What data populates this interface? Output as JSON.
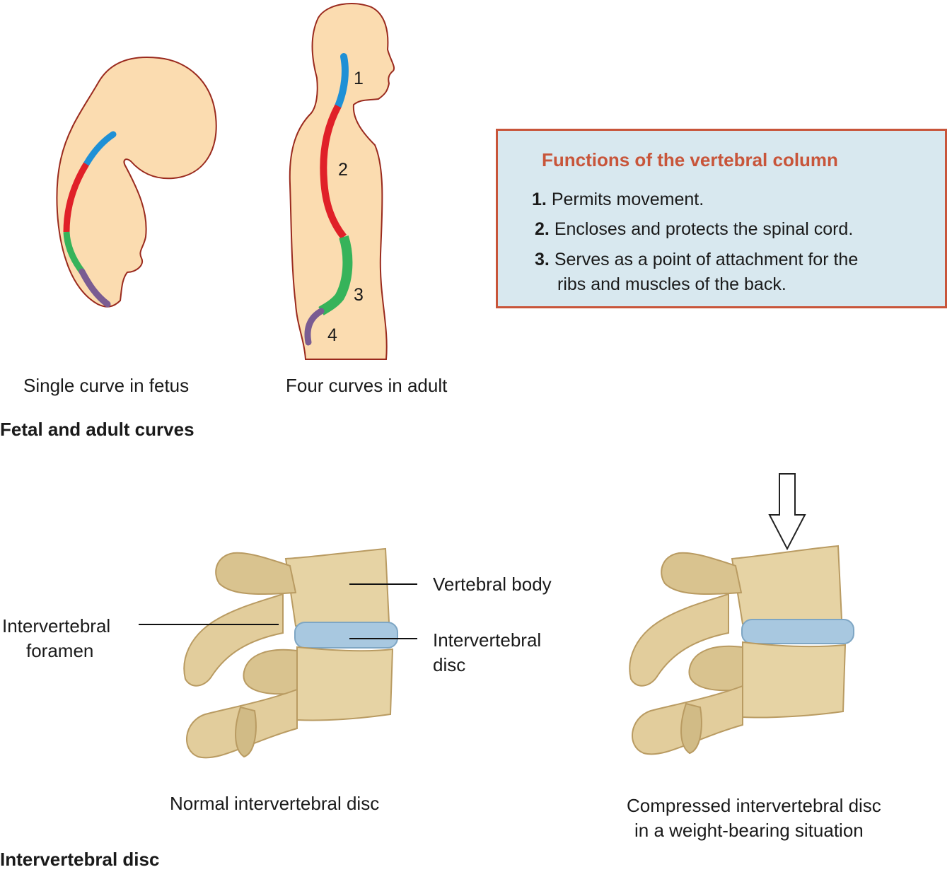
{
  "fetal": {
    "fetus_caption": "Single curve in fetus",
    "adult_caption": "Four curves in adult",
    "curve_numbers": [
      "1",
      "2",
      "3",
      "4"
    ],
    "section_title": "Fetal and adult curves",
    "colors": {
      "cervical": "#1e90d6",
      "thoracic": "#e02028",
      "lumbar": "#36b35a",
      "sacral": "#7a5c92",
      "skin": "#fbdcb0",
      "outline": "#9a2a1e"
    }
  },
  "functions": {
    "title": "Functions of the vertebral column",
    "items": [
      {
        "num": "1.",
        "text": "Permits movement."
      },
      {
        "num": "2.",
        "text": "Encloses and protects the spinal cord."
      },
      {
        "num": "3.",
        "text": "Serves as a point of attachment for the",
        "text2": "ribs and muscles of the back."
      }
    ],
    "colors": {
      "title": "#c8553a",
      "background": "#d8e8ef",
      "border": "#c8553a"
    }
  },
  "disc": {
    "labels": {
      "foramen_line1": "Intervertebral",
      "foramen_line2": "foramen",
      "body": "Vertebral body",
      "disc_line1": "Intervertebral",
      "disc_line2": "disc"
    },
    "normal_caption": "Normal intervertebral disc",
    "compressed_caption_line1": "Compressed intervertebral disc",
    "compressed_caption_line2": "in a weight-bearing situation",
    "section_title": "Intervertebral disc",
    "colors": {
      "bone": "#e6d3a4",
      "bone_shadow": "#b99b62",
      "disc": "#a8c8e0"
    }
  }
}
